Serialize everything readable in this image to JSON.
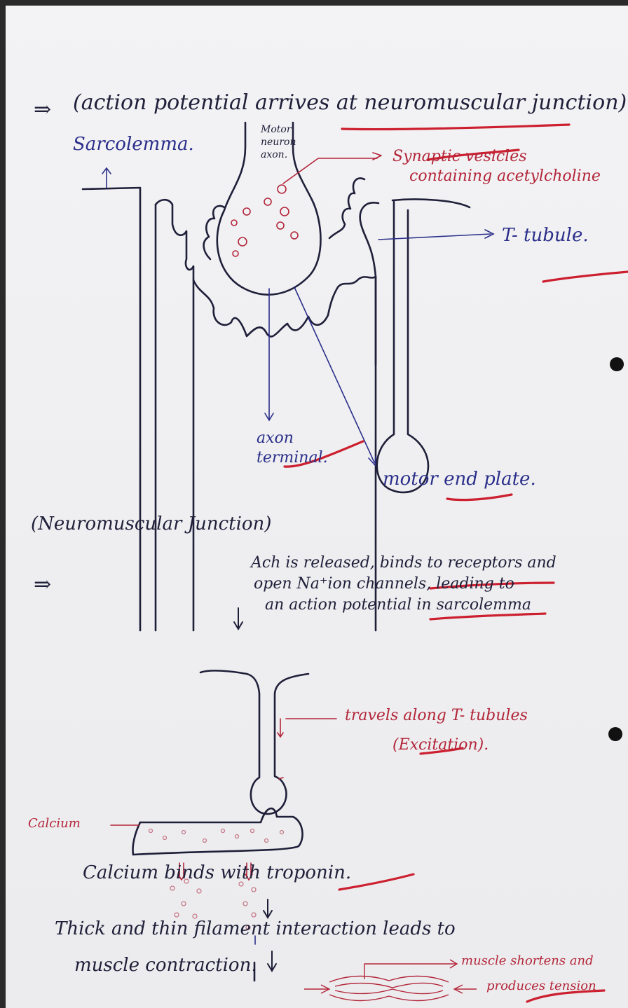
{
  "heading": "(action potential arrives at neuromuscular junction).",
  "arrow_marker": "⇒",
  "labels": {
    "sarcolemma": "Sarcolemma.",
    "motor_neuron": [
      "Motor",
      "neuron",
      "axon."
    ],
    "synaptic_1": "Synaptic vesicles",
    "synaptic_2": "containing acetylcholine",
    "t_tubule": "T- tubule.",
    "axon_terminal_1": "axon",
    "axon_terminal_2": "terminal.",
    "motor_end_plate": "motor end plate."
  },
  "section_title": "(Neuromuscular Junction)",
  "ach_lines": [
    "Ach is released, binds to receptors and",
    "open Na⁺ion channels, leading to",
    "an action potential in sarcolemma"
  ],
  "travels": "travels along T- tubules",
  "excitation": "(Excitation).",
  "calcium": "Calcium",
  "calcium_binds": "Calcium binds with troponin.",
  "contraction_1": "Thick and thin filament interaction leads to",
  "contraction_2": "muscle contraction.",
  "shortens": "muscle shortens and",
  "tension": "produces tension",
  "colors": {
    "ink": "#1f1f3a",
    "pen": "#2b2f8a",
    "red": "#b3263a",
    "paper": "#f0f0f2"
  }
}
